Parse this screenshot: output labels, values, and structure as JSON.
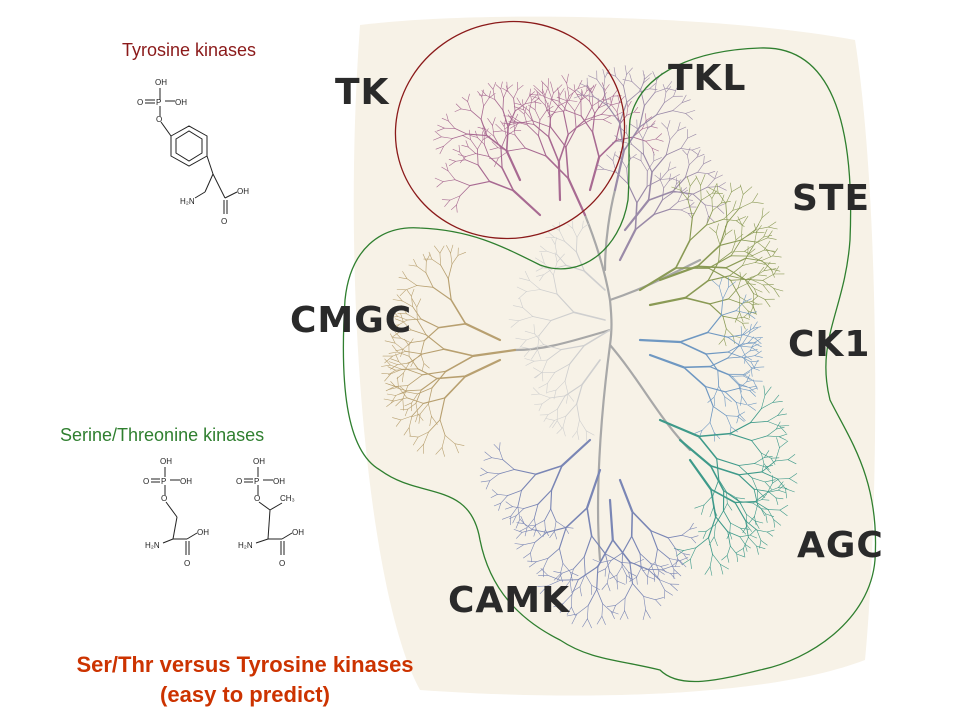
{
  "labels": {
    "tyrosine": "Tyrosine kinases",
    "serine_threonine": "Serine/Threonine  kinases"
  },
  "title": {
    "line1": "Ser/Thr versus Tyrosine kinases",
    "line2": "(easy to predict)"
  },
  "groups": {
    "tk": "TK",
    "tkl": "TKL",
    "ste": "STE",
    "cmgc": "CMGC",
    "ck1": "CK1",
    "agc": "AGC",
    "camk": "CAMK"
  },
  "chem": {
    "oh": "OH",
    "p": "P",
    "o": "O",
    "h2n": "H₂N",
    "ch3": "CH₃"
  },
  "colors": {
    "tk": "#a86a92",
    "tkl": "#9a8aa8",
    "ste": "#8a9a55",
    "ck1": "#6f98c2",
    "agc": "#3e9a8a",
    "camk": "#7a86b5",
    "cmgc": "#b8a070",
    "tyr_outline": "#8b1a1a",
    "ser_outline": "#2f7f2f",
    "title": "#cc3300"
  }
}
